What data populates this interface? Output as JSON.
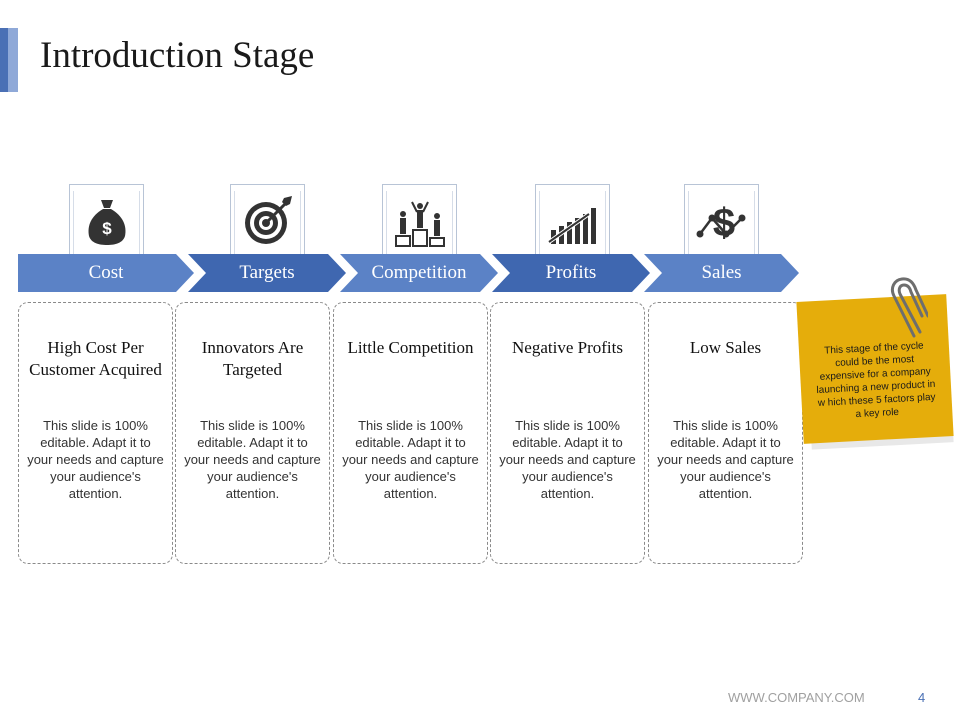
{
  "slide": {
    "title": "Introduction Stage"
  },
  "stages": [
    {
      "label": "Cost",
      "icon": "money-bag-icon",
      "heading": "High Cost Per Customer Acquired",
      "body": "This slide is 100% editable. Adapt it to your needs and capture your audience's attention."
    },
    {
      "label": "Targets",
      "icon": "target-icon",
      "heading": "Innovators Are Targeted",
      "body": "This slide is 100% editable. Adapt it to your needs and capture your audience's attention."
    },
    {
      "label": "Competition",
      "icon": "podium-icon",
      "heading": "Little Competition",
      "body": "This slide is 100% editable. Adapt it to your needs and capture your audience's attention."
    },
    {
      "label": "Profits",
      "icon": "growth-chart-icon",
      "heading": "Negative Profits",
      "body": "This slide is 100% editable. Adapt it to your needs and capture your audience's attention."
    },
    {
      "label": "Sales",
      "icon": "dollar-trend-icon",
      "heading": "Low Sales",
      "body": "This slide is 100% editable. Adapt it to your needs and capture your audience's attention."
    }
  ],
  "note": {
    "text": "This stage of the cycle could be the most expensive for a company launching a new product in w hich these 5 factors play a key role"
  },
  "footer": {
    "url": "WWW.COMPANY.COM",
    "page": "4"
  },
  "colors": {
    "arrow_light": "#5b82c6",
    "arrow_dark": "#3f67b0",
    "note": "#e5ad0b",
    "icon": "#333333"
  }
}
